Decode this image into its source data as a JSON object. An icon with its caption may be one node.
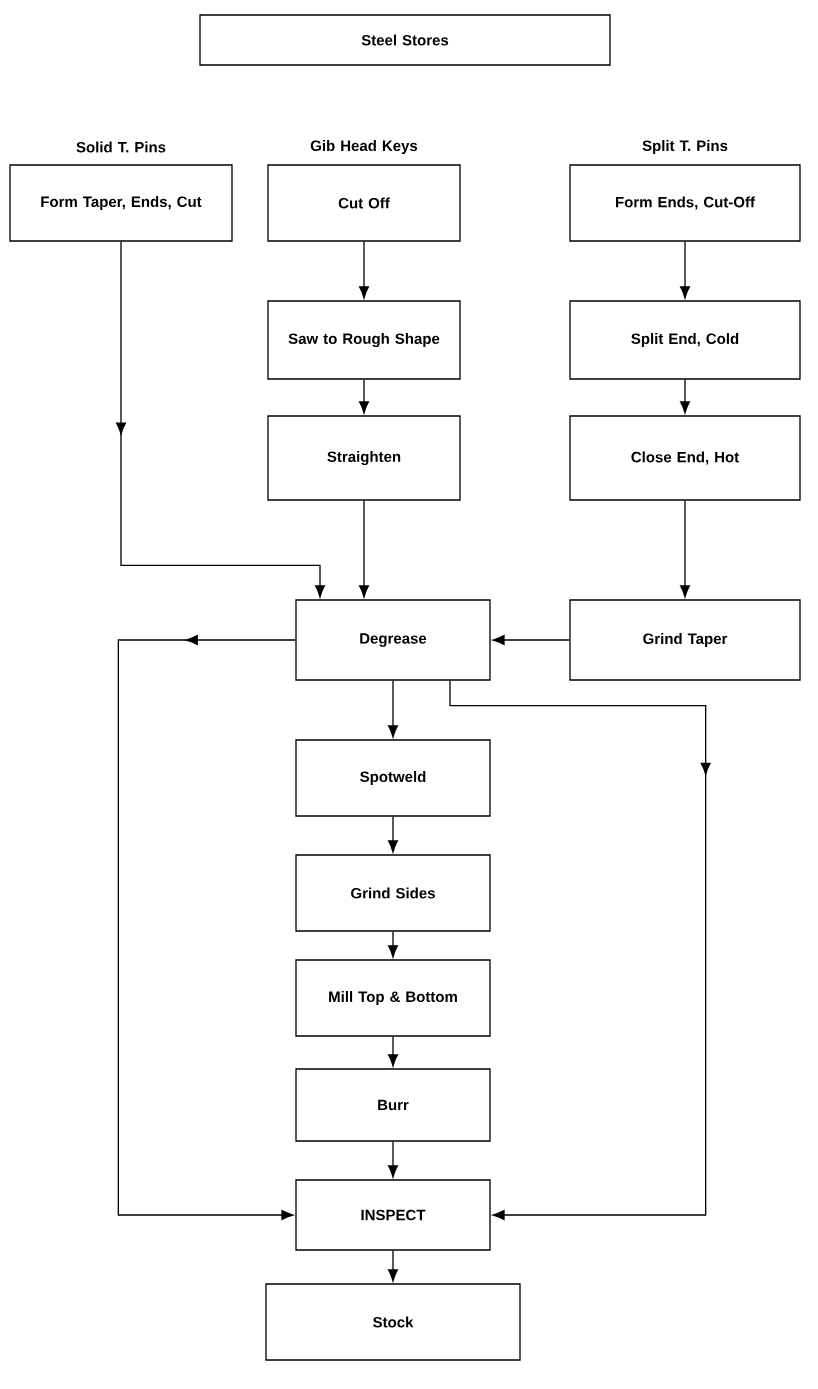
{
  "diagram": {
    "nodes": [
      {
        "text": [
          "Steel Stores"
        ]
      },
      {
        "text": [
          "Solid T. Pins",
          "Form Taper, Ends, Cut"
        ]
      },
      {
        "text": [
          "Gib Head Keys",
          "Cut Off"
        ]
      },
      {
        "text": [
          "Split T. Pins",
          "Form Ends, Cut-Off"
        ]
      },
      {
        "text": [
          "Saw to Rough Shape"
        ]
      },
      {
        "text": [
          "Split End, Cold"
        ]
      },
      {
        "text": [
          "Straighten"
        ]
      },
      {
        "text": [
          "Close End, Hot"
        ]
      },
      {
        "text": [
          "Degrease"
        ]
      },
      {
        "text": [
          "Grind Taper"
        ]
      },
      {
        "text": [
          "Spotweld"
        ]
      },
      {
        "text": [
          "Grind Sides"
        ]
      },
      {
        "text": [
          "Mill Top & Bottom"
        ]
      },
      {
        "text": [
          "Burr"
        ]
      },
      {
        "text": [
          "INSPECT"
        ]
      },
      {
        "text": [
          "Stock"
        ]
      }
    ],
    "edges": [
      {
        "from": 1,
        "to": 8,
        "arrow": "to"
      },
      {
        "from": 2,
        "to": 4,
        "arrow": "to"
      },
      {
        "from": 4,
        "to": 6,
        "arrow": "to"
      },
      {
        "from": 6,
        "to": 8,
        "arrow": "to"
      },
      {
        "from": 3,
        "to": 5,
        "arrow": "to"
      },
      {
        "from": 5,
        "to": 7,
        "arrow": "to"
      },
      {
        "from": 7,
        "to": 9,
        "arrow": "to"
      },
      {
        "from": 9,
        "to": 8,
        "arrow": "to"
      },
      {
        "from": 8,
        "to": 14,
        "arrow": "to"
      },
      {
        "from": 8,
        "to": 14,
        "arrow": "to"
      },
      {
        "from": 8,
        "to": 10,
        "arrow": "to"
      },
      {
        "from": 10,
        "to": 11,
        "arrow": "to"
      },
      {
        "from": 11,
        "to": 12,
        "arrow": "to"
      },
      {
        "from": 12,
        "to": 13,
        "arrow": "to"
      },
      {
        "from": 13,
        "to": 14,
        "arrow": "to"
      },
      {
        "from": 14,
        "to": 15,
        "arrow": "to"
      }
    ]
  }
}
